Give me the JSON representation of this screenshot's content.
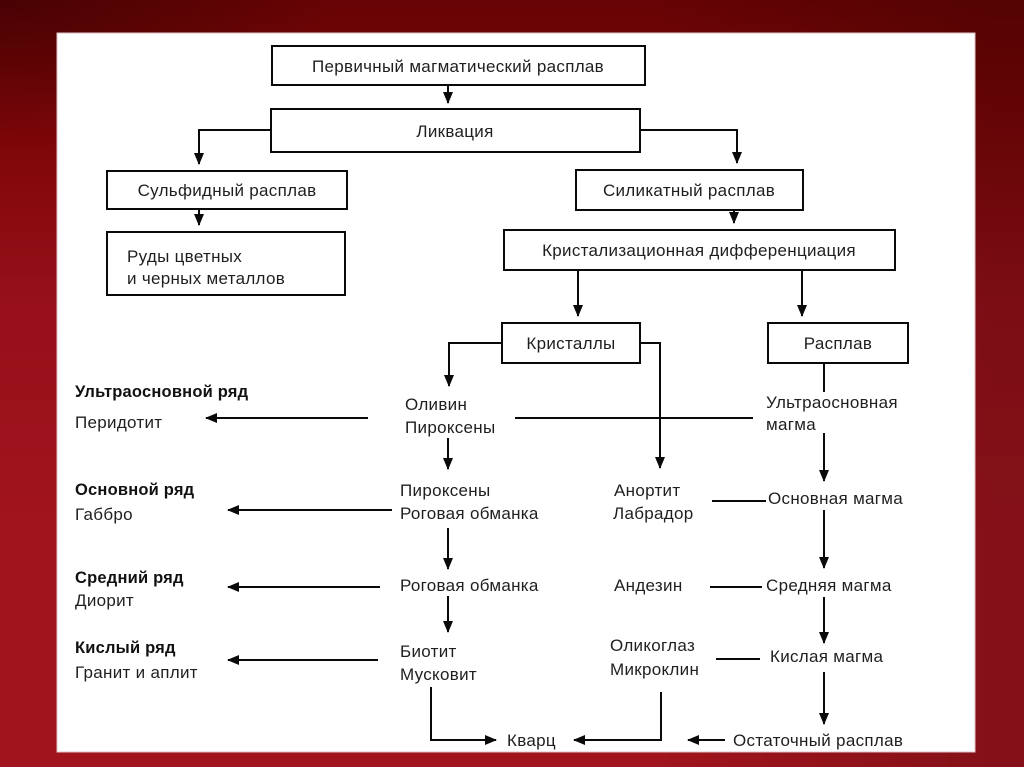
{
  "slide": {
    "background_color": "#8e0a10",
    "panel_color": "#ffffff",
    "line_color": "#0a0a0a"
  },
  "flowchart": {
    "primary_melt_box": "Первичный магматический расплав",
    "liquation_box": "Ликвация",
    "sulfide_melt_box": "Сульфидный расплав",
    "silicate_melt_box": "Силикатный расплав",
    "ores_box": {
      "line1": "Руды цветных",
      "line2": "и черных металлов"
    },
    "crystallization_box": "Кристализационная дифференциация",
    "crystals_box": "Кристаллы",
    "melt_box": "Расплав"
  },
  "series_labels": [
    {
      "title": "Ультраосновной ряд",
      "rock": "Перидотит"
    },
    {
      "title": "Основной ряд",
      "rock": "Габбро"
    },
    {
      "title": "Средний ряд",
      "rock": "Диорит"
    },
    {
      "title": "Кислый ряд",
      "rock": "Гранит и аплит"
    }
  ],
  "mafic_minerals": [
    {
      "line1": "Оливин",
      "line2": "Пироксены"
    },
    {
      "line1": "Пироксены",
      "line2": "Роговая обманка"
    },
    {
      "line1": "Роговая обманка"
    },
    {
      "line1": "Биотит",
      "line2": "Мусковит"
    }
  ],
  "feldspars": [
    {
      "line1": "Анортит",
      "line2": "Лабрадор"
    },
    {
      "line1": "Андезин"
    },
    {
      "line1": "Оликоглаз",
      "line2": "Микроклин"
    }
  ],
  "magmas": [
    {
      "line1": "Ультраосновная",
      "line2": "магма"
    },
    {
      "line1": "Основная магма"
    },
    {
      "line1": "Средняя магма"
    },
    {
      "line1": "Кислая магма"
    }
  ],
  "quartz_label": "Кварц",
  "residual_melt_label": "Остаточный расплав"
}
